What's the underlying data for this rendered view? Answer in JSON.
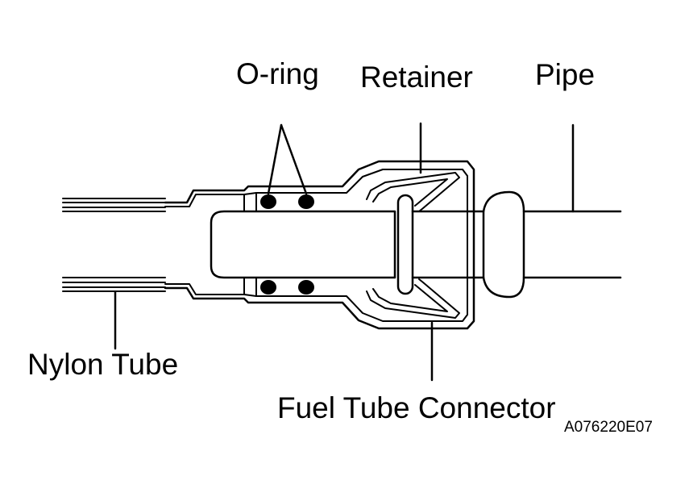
{
  "labels": {
    "o_ring": "O-ring",
    "retainer": "Retainer",
    "pipe": "Pipe",
    "nylon_tube": "Nylon Tube",
    "fuel_tube_connector": "Fuel Tube Connector",
    "figure_code": "A076220E07"
  },
  "colors": {
    "line": "#000000",
    "background": "#ffffff"
  }
}
